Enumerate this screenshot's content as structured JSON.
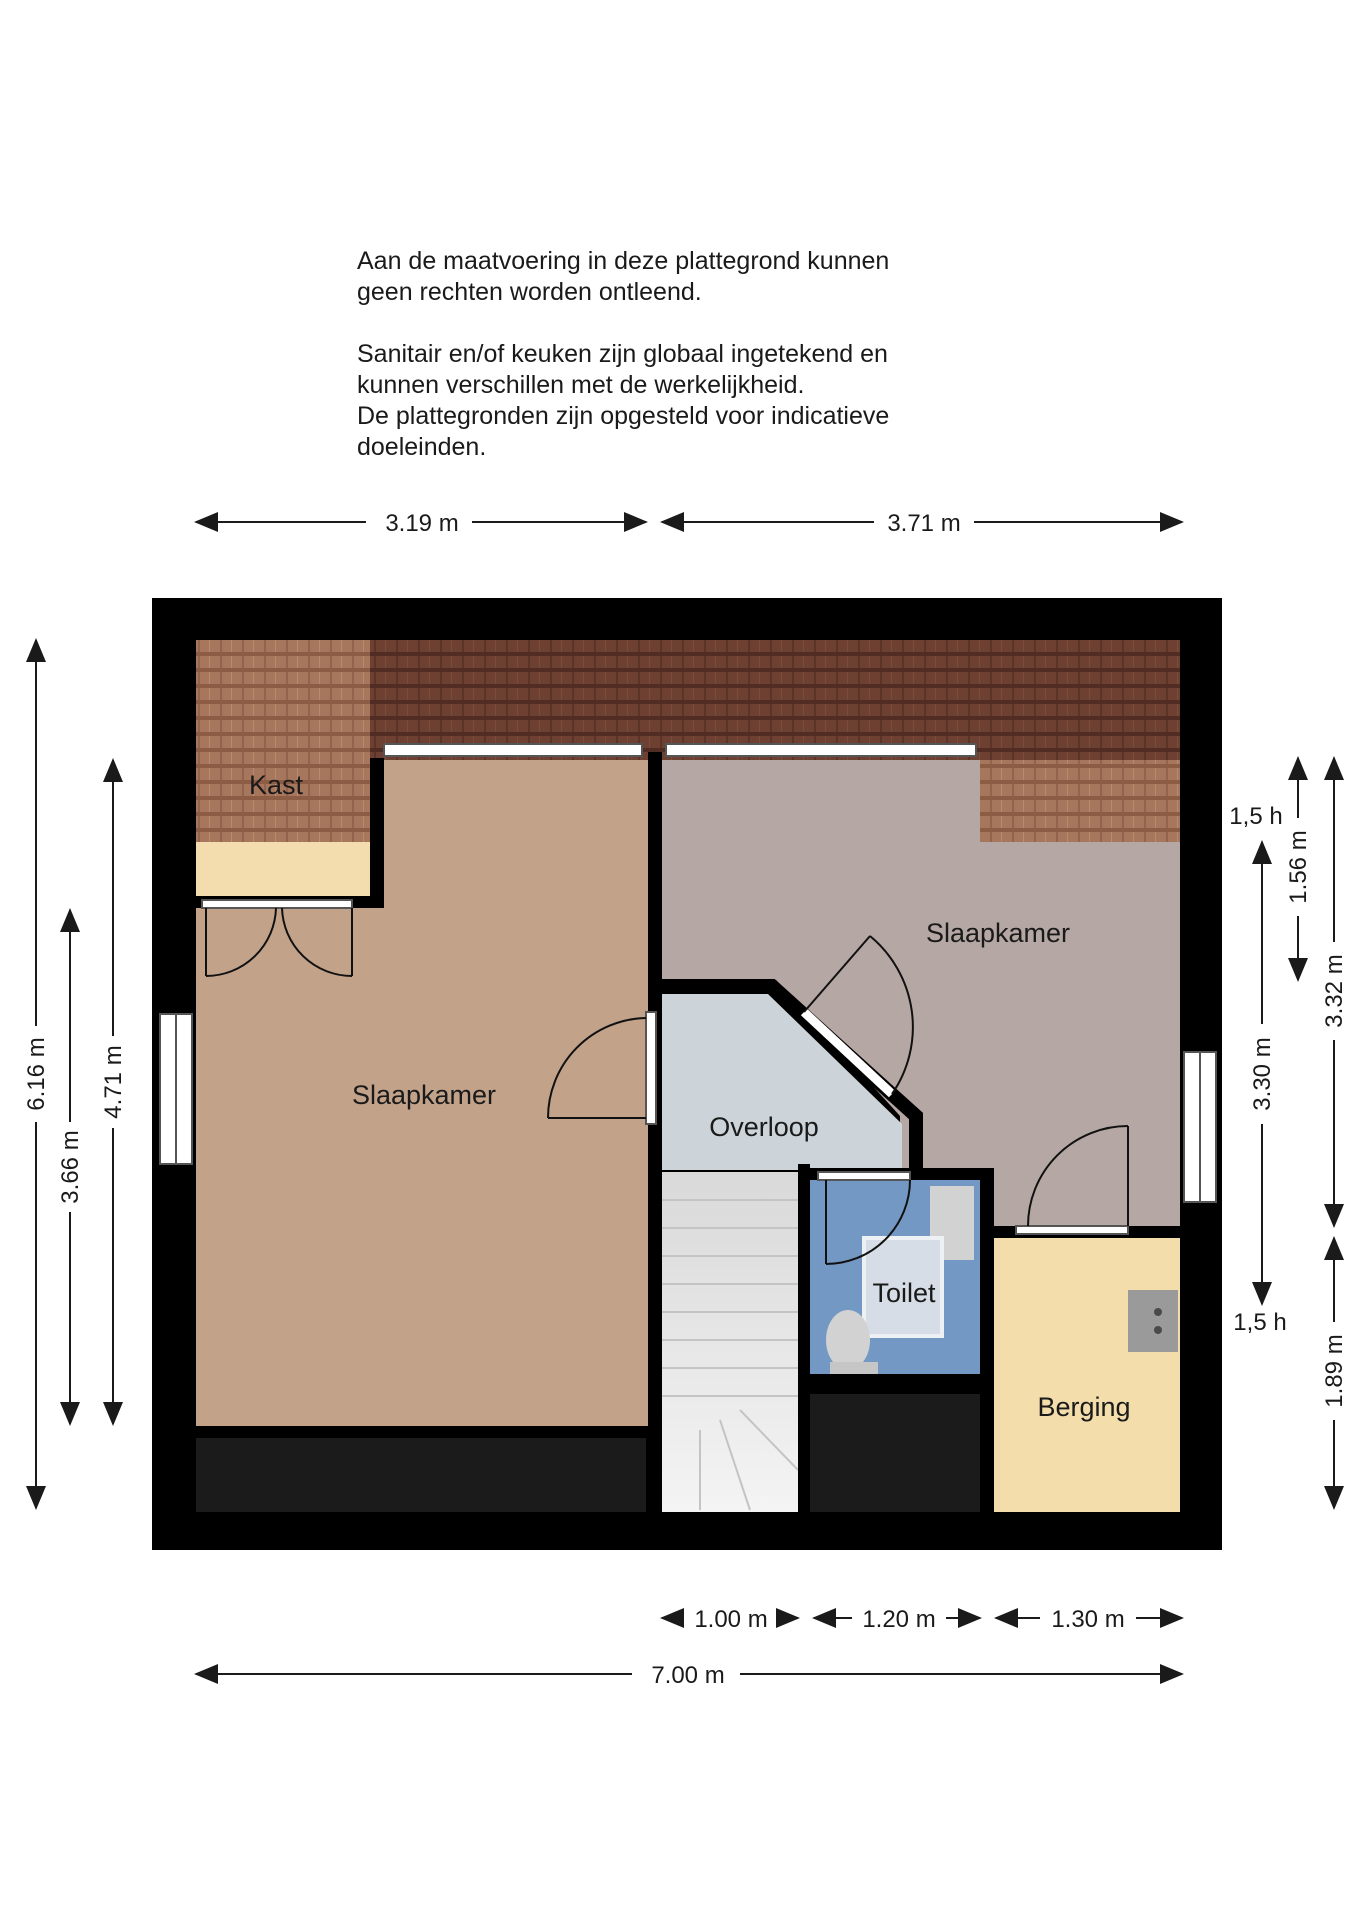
{
  "disclaimer": {
    "line1": "Aan de maatvoering in deze  plattegrond kunnen",
    "line2": "geen rechten worden ontleend.",
    "line3": "Sanitair en/of keuken zijn globaal ingetekend en",
    "line4": "kunnen verschillen met de werkelijkheid.",
    "line5": "De plattegronden zijn opgesteld voor indicatieve",
    "line6": "doeleinden."
  },
  "rooms": {
    "kast": "Kast",
    "slaapkamer_left": "Slaapkamer",
    "slaapkamer_right": "Slaapkamer",
    "overloop": "Overloop",
    "toilet": "Toilet",
    "berging": "Berging"
  },
  "dimensions": {
    "top_left": "3.19 m",
    "top_right": "3.71 m",
    "bottom_total": "7.00 m",
    "bottom_seg1": "1.00 m",
    "bottom_seg2": "1.20 m",
    "bottom_seg3": "1.30 m",
    "left_outer": "6.16 m",
    "left_mid": "4.71 m",
    "left_inner": "3.66 m",
    "right_height_top": "1,5 h",
    "right_height_bottom": "1,5 h",
    "right_156": "1.56 m",
    "right_330": "3.30 m",
    "right_332": "3.32 m",
    "right_189": "1.89 m"
  },
  "colors": {
    "wall": "#000000",
    "slaapkamer_left": "#c3a28a",
    "slaapkamer_right": "#b5a7a4",
    "overloop": "#ccd4d9",
    "toilet": "#7498c4",
    "berging": "#f2ddab",
    "kast_shelf": "#f3dcae",
    "roof_tile_light": "#a7775d",
    "roof_tile_dark": "#6e4032"
  }
}
